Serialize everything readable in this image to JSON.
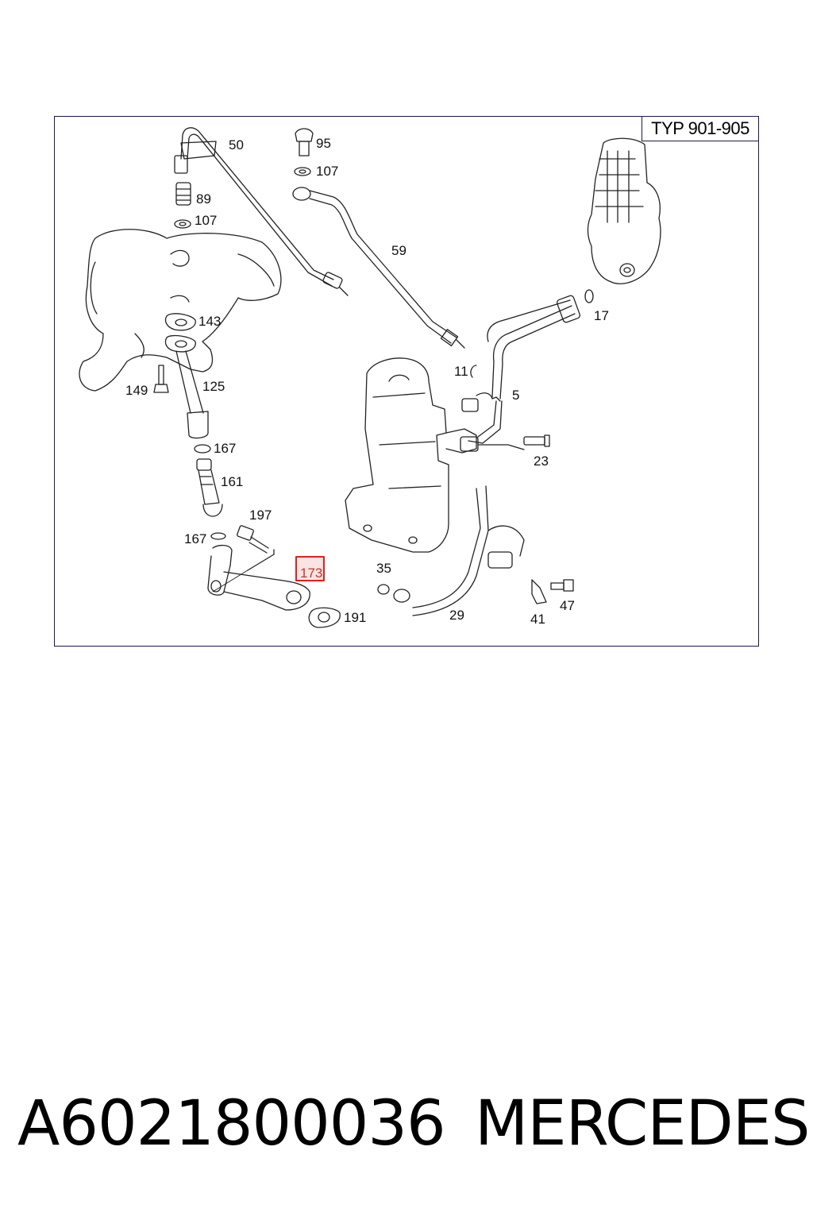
{
  "diagram": {
    "type_label": "TYP 901-905",
    "callouts": [
      "50",
      "95",
      "107",
      "89",
      "107",
      "59",
      "17",
      "143",
      "11",
      "5",
      "149",
      "125",
      "23",
      "167",
      "161",
      "197",
      "167",
      "173",
      "35",
      "29",
      "41",
      "47",
      "191"
    ],
    "highlighted_callout": "173"
  },
  "footer": {
    "part_number": "A6021800036",
    "brand": "MERCEDES"
  },
  "colors": {
    "frame": "#1a1a4a",
    "highlight_border": "#e02020",
    "highlight_fill": "#fbe3e3"
  }
}
